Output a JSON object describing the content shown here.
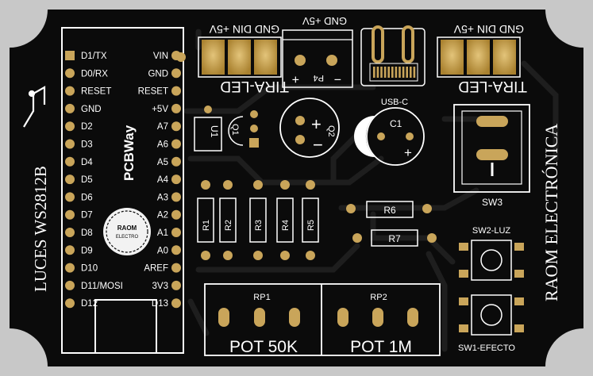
{
  "colors": {
    "background": "#c8c8c8",
    "board": "#0b0b0b",
    "trace": "#1f1f1f",
    "silkscreen": "#ffffff",
    "pad_gold": "#c9a55a",
    "pad_dark": "#8a6a2a"
  },
  "board_text": {
    "title_left": "LUCES WS2812B",
    "title_right": "RAOM ELECTRÓNICA",
    "pcbway": "PCBWay",
    "logo_small_1": "RAOM",
    "logo_small_2": "ELECTRO"
  },
  "arduino_left_pins": [
    "D1/TX",
    "D0/RX",
    "RESET",
    "GND",
    "D2",
    "D3",
    "D4",
    "D5",
    "D6",
    "D7",
    "D8",
    "D9",
    "D10",
    "D11/MOSI",
    "D12"
  ],
  "arduino_right_pins": [
    "VIN",
    "GND",
    "RESET",
    "+5V",
    "A7",
    "A6",
    "A5",
    "A4",
    "A3",
    "A2",
    "A1",
    "A0",
    "AREF",
    "3V3",
    "D13"
  ],
  "connectors": {
    "strip_left_header": "GND DIN +5V",
    "strip_left_label": "TIRA-LED",
    "p4_header": "GND +5V",
    "p4_label": "P4",
    "p4_plus": "+",
    "p4_minus": "−",
    "usb_label": "USB-C",
    "strip_right_header": "GND DIN +5V",
    "strip_right_label": "TIRA-LED"
  },
  "components": {
    "u1": "U1",
    "q1": "Q1",
    "q2": "Q2",
    "q2_plus": "+",
    "q2_minus": "−",
    "c1": "C1",
    "c1_plus": "+",
    "sw3": "SW3",
    "resistors_vertical": [
      "R1",
      "R2",
      "R3",
      "R4",
      "R5"
    ],
    "r6": "R6",
    "r7": "R7",
    "sw2": "SW2-LUZ",
    "sw1": "SW1-EFECTO",
    "rp1": "RP1",
    "rp2": "RP2",
    "pot1": "POT 50K",
    "pot2": "POT 1M"
  }
}
